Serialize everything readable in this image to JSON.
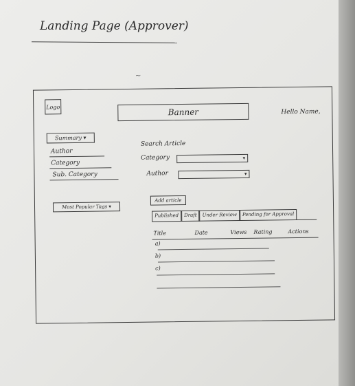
{
  "page_title": "Landing Page (Approver)",
  "stray_mark": "~",
  "header": {
    "logo": "Logo",
    "banner": "Banner",
    "greeting": "Hello Name,"
  },
  "sidebar": {
    "summary": "Summary ▾",
    "items": [
      "Author",
      "Category",
      "Sub. Category"
    ],
    "popular_tags": "Most Popular Tags ▾"
  },
  "search": {
    "title": "Search Article",
    "fields": [
      {
        "label": "Category",
        "value": ""
      },
      {
        "label": "Author",
        "value": ""
      }
    ],
    "dropdown_icon": "▾"
  },
  "actions": {
    "add_article": "Add article"
  },
  "tabs": [
    "Published",
    "Draft",
    "Under Review",
    "Pending for Approval"
  ],
  "table": {
    "columns": [
      "Title",
      "Date",
      "Views",
      "Rating",
      "Actions"
    ],
    "rows": [
      "a)",
      "b)",
      "c)"
    ]
  }
}
